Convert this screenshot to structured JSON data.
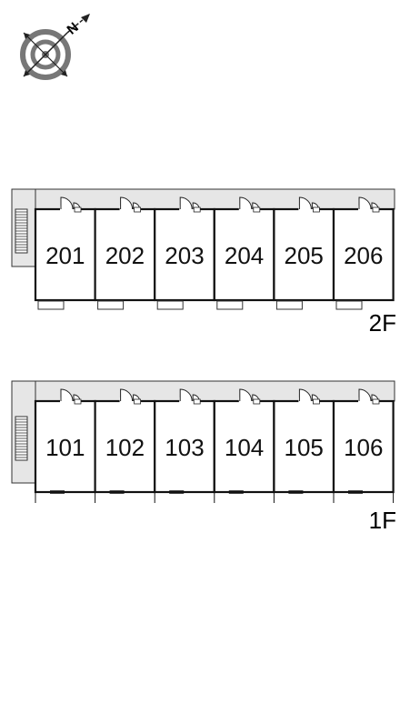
{
  "compass": {
    "north_label": "N"
  },
  "floors": [
    {
      "label": "2F",
      "units": [
        "201",
        "202",
        "203",
        "204",
        "205",
        "206"
      ]
    },
    {
      "label": "1F",
      "units": [
        "101",
        "102",
        "103",
        "104",
        "105",
        "106"
      ]
    }
  ],
  "colors": {
    "corridor": "#e6e6e6",
    "outline": "#333333",
    "wall": "#111111",
    "compass_ring": "#777777"
  }
}
